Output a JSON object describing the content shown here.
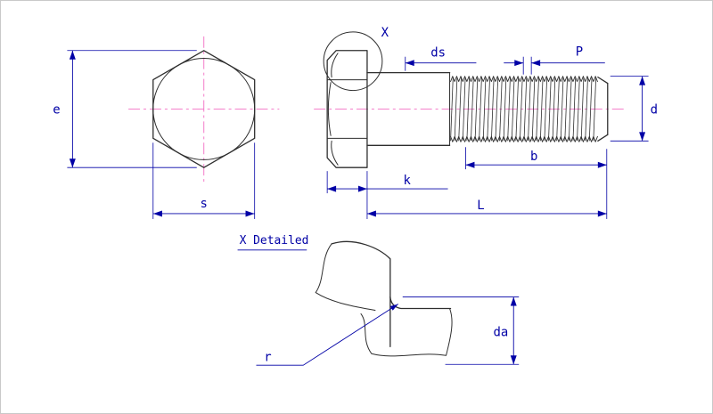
{
  "drawing": {
    "detail_title": "X Detailed",
    "callout_label": "X",
    "dim_labels": {
      "e": "e",
      "s": "s",
      "ds": "ds",
      "P": "P",
      "d": "d",
      "b": "b",
      "k": "k",
      "L": "L",
      "r": "r",
      "da": "da"
    },
    "colors": {
      "outline": "#2e2e2e",
      "dimension": "#0000a6",
      "centerline": "#f26ec4",
      "background": "#ffffff",
      "border": "#c9c9c9"
    }
  }
}
